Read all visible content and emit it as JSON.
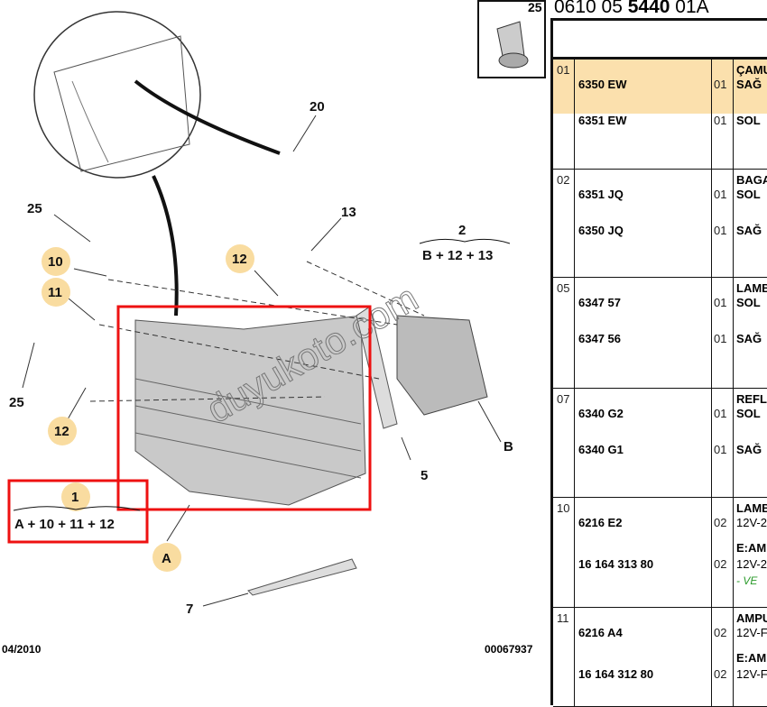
{
  "document": {
    "ref_prefix": "0610 05 ",
    "ref_bold": "5440",
    "ref_suffix": " 01A",
    "date": "04/2010",
    "drawing_no": "00067937",
    "watermark": "duyukoto.com",
    "inset_ref": "25"
  },
  "callouts": {
    "c20": "20",
    "c25a": "25",
    "c13": "13",
    "c2": "2",
    "formula2": "B + 12 + 13",
    "c10": "10",
    "c12a": "12",
    "c11": "11",
    "c25b": "25",
    "c12b": "12",
    "c5": "5",
    "cB": "B",
    "c1": "1",
    "formula1": "A + 10 + 11 + 12",
    "cA": "A",
    "c7": "7"
  },
  "groups": [
    {
      "no": "01",
      "desc": "ÇAMU",
      "lines": [
        {
          "ref": "6350 EW",
          "qty": "01",
          "desc": "SAĞ"
        },
        {
          "ref": "6351 EW",
          "qty": "01",
          "desc": "SOL"
        }
      ]
    },
    {
      "no": "02",
      "desc": "BAGA",
      "lines": [
        {
          "ref": "6351 JQ",
          "qty": "01",
          "desc": "SOL"
        },
        {
          "ref": "6350 JQ",
          "qty": "01",
          "desc": "SAĞ"
        }
      ]
    },
    {
      "no": "05",
      "desc": "LAMB",
      "lines": [
        {
          "ref": "6347 57",
          "qty": "01",
          "desc": "SOL"
        },
        {
          "ref": "6347 56",
          "qty": "01",
          "desc": "SAĞ"
        }
      ]
    },
    {
      "no": "07",
      "desc": "REFL",
      "lines": [
        {
          "ref": "6340 G2",
          "qty": "01",
          "desc": "SOL"
        },
        {
          "ref": "6340 G1",
          "qty": "01",
          "desc": "SAĞ"
        }
      ]
    },
    {
      "no": "10",
      "desc": "LAMB",
      "lines": [
        {
          "ref": "6216 E2",
          "qty": "02",
          "desc": "12V-2"
        },
        {
          "ref": "16 164 313 80",
          "qty": "02",
          "desc": "12V-2",
          "pre": "E:AM",
          "note": "- VE"
        }
      ]
    },
    {
      "no": "11",
      "desc": "AMPU",
      "lines": [
        {
          "ref": "6216 A4",
          "qty": "02",
          "desc": "12V-F"
        },
        {
          "ref": "16 164 312 80",
          "qty": "02",
          "desc": "12V-F",
          "pre": "E:AM"
        }
      ]
    }
  ]
}
